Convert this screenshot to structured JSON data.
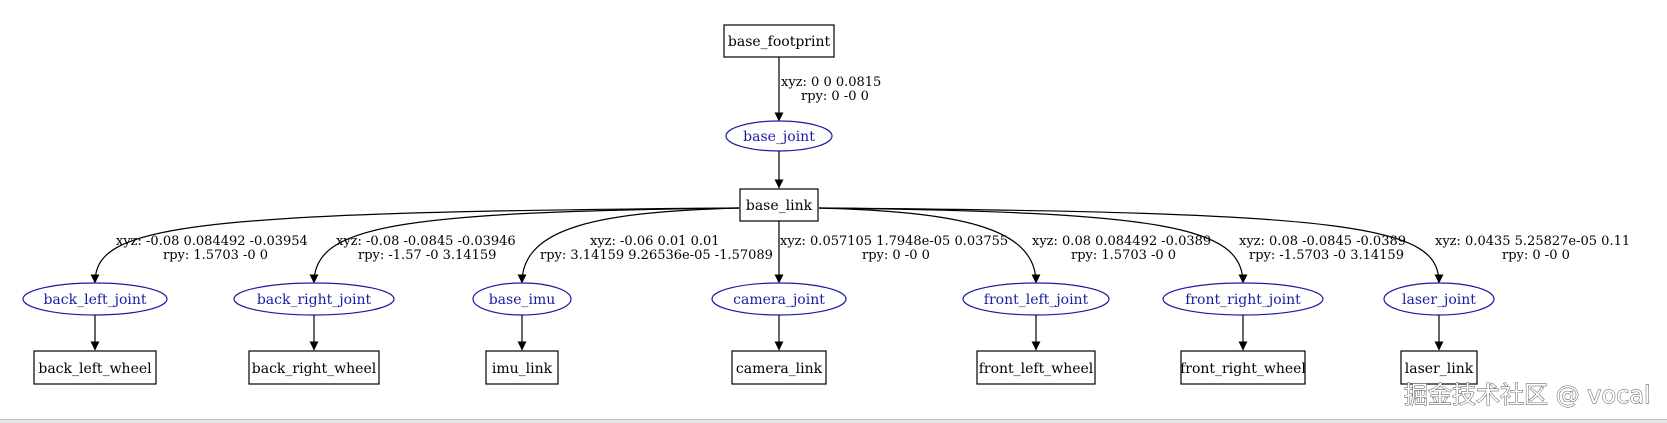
{
  "colors": {
    "link_stroke": "#000000",
    "joint_stroke": "#1a1aa6",
    "joint_text": "#1a1aa6",
    "edge": "#000000"
  },
  "root_link": "base_footprint",
  "base_joint": {
    "name": "base_joint",
    "xyz": "xyz: 0 0 0.0815",
    "rpy": "rpy: 0 -0 0"
  },
  "base_link": "base_link",
  "branches": [
    {
      "joint": "back_left_joint",
      "child": "back_left_wheel",
      "xyz": "xyz: -0.08 0.084492 -0.03954",
      "rpy": "rpy: 1.5703 -0 0"
    },
    {
      "joint": "back_right_joint",
      "child": "back_right_wheel",
      "xyz": "xyz: -0.08 -0.0845 -0.03946",
      "rpy": "rpy: -1.57 -0 3.14159"
    },
    {
      "joint": "base_imu",
      "child": "imu_link",
      "xyz": "xyz: -0.06 0.01 0.01",
      "rpy": "rpy: 3.14159 9.26536e-05 -1.57089"
    },
    {
      "joint": "camera_joint",
      "child": "camera_link",
      "xyz": "xyz: 0.057105 1.7948e-05 0.03755",
      "rpy": "rpy: 0 -0 0"
    },
    {
      "joint": "front_left_joint",
      "child": "front_left_wheel",
      "xyz": "xyz: 0.08 0.084492 -0.0389",
      "rpy": "rpy: 1.5703 -0 0"
    },
    {
      "joint": "front_right_joint",
      "child": "front_right_wheel",
      "xyz": "xyz: 0.08 -0.0845 -0.0389",
      "rpy": "rpy: -1.5703 -0 3.14159"
    },
    {
      "joint": "laser_joint",
      "child": "laser_link",
      "xyz": "xyz: 0.0435 5.25827e-05 0.11",
      "rpy": "rpy: 0 -0 0"
    }
  ],
  "watermark": "掘金技术社区 @ vocal"
}
